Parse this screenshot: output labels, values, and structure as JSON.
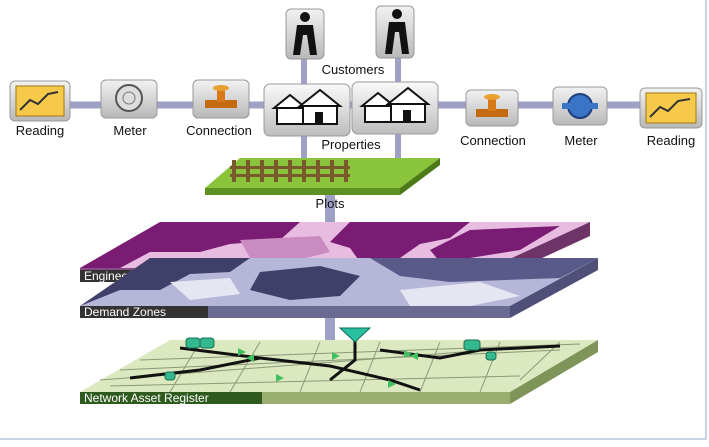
{
  "labels": {
    "customers": "Customers",
    "properties": "Properties",
    "plots": "Plots",
    "left_reading": "Reading",
    "left_meter": "Meter",
    "left_connection": "Connection",
    "right_connection": "Connection",
    "right_meter": "Meter",
    "right_reading": "Reading"
  },
  "layers": {
    "engineering": "Engineering Zones",
    "demand": "Demand Zones",
    "network": "Network Asset Register"
  },
  "icons": {
    "customer": "person-silhouette-icon",
    "property": "house-icon",
    "meter": "water-meter-icon",
    "connection": "valve-icon",
    "reading": "reading-chart-icon",
    "plot": "fence-icon"
  },
  "colors": {
    "connector": "#9ea0c6",
    "plot_green": "#8ac43a",
    "engineering_dark": "#7a1c74",
    "engineering_light": "#e8bce0",
    "demand_dark": "#3f3f6a",
    "demand_light": "#b6b6d8",
    "network_fill": "#dce8c0",
    "layer_label_bg": "#333333",
    "network_label_bg": "#2f5a1e"
  }
}
